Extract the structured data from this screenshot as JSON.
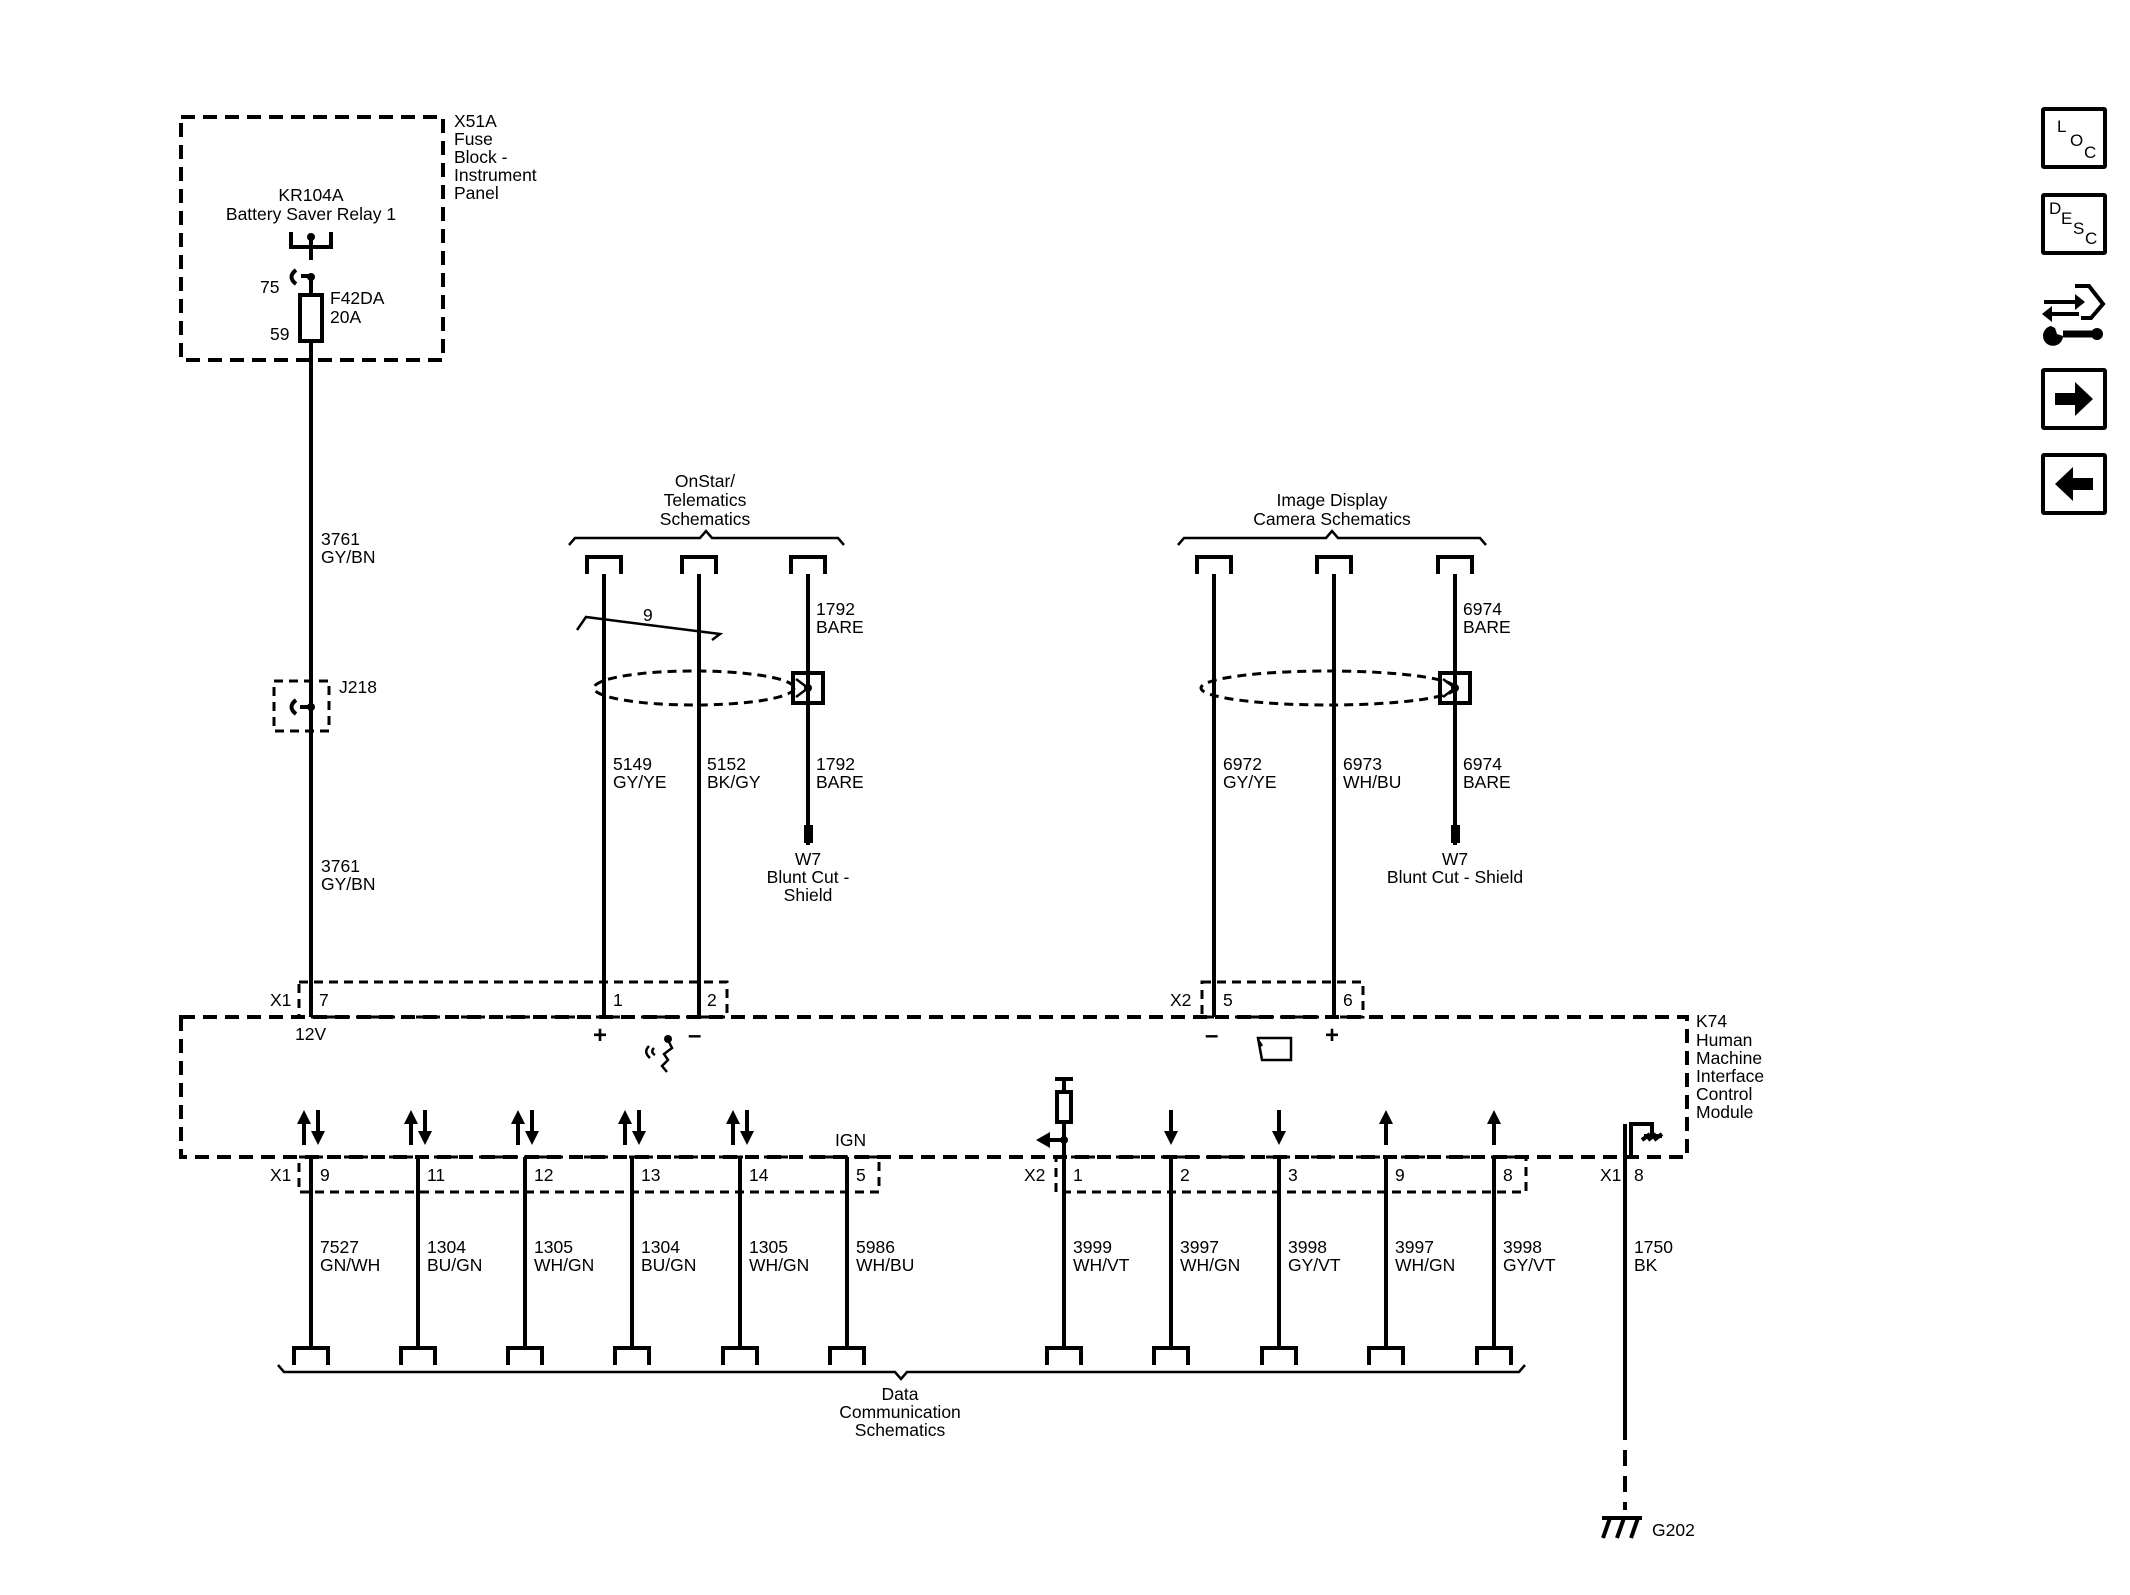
{
  "relay_box": {
    "connector_id": "X51A",
    "connector_desc": [
      "Fuse",
      "Block -",
      "Instrument",
      "Panel"
    ],
    "relay_id": "KR104A",
    "relay_name": "Battery Saver Relay 1",
    "pin_top": "75",
    "pin_bottom": "59",
    "fuse_id": "F42DA",
    "fuse_rating": "20A"
  },
  "power_wire": {
    "upper": {
      "circuit": "3761",
      "color": "GY/BN"
    },
    "splice": "J218",
    "lower": {
      "circuit": "3761",
      "color": "GY/BN"
    }
  },
  "onstar": {
    "title": [
      "OnStar/",
      "Telematics",
      "Schematics"
    ],
    "twist": "9",
    "drain_upper": {
      "circuit": "1792",
      "color": "BARE"
    },
    "wires": [
      {
        "circuit": "5149",
        "color": "GY/YE"
      },
      {
        "circuit": "5152",
        "color": "BK/GY"
      },
      {
        "circuit": "1792",
        "color": "BARE"
      }
    ],
    "shield": [
      "W7",
      "Blunt Cut -",
      "Shield"
    ]
  },
  "camera": {
    "title": [
      "Image Display",
      "Camera Schematics"
    ],
    "drain_upper": {
      "circuit": "6974",
      "color": "BARE"
    },
    "wires": [
      {
        "circuit": "6972",
        "color": "GY/YE"
      },
      {
        "circuit": "6973",
        "color": "WH/BU"
      },
      {
        "circuit": "6974",
        "color": "BARE"
      }
    ],
    "shield": [
      "W7",
      "Blunt Cut - Shield"
    ]
  },
  "module": {
    "id": "K74",
    "desc": [
      "Human",
      "Machine",
      "Interface",
      "Control",
      "Module"
    ],
    "top_x1": {
      "connector": "X1",
      "pins": [
        "7",
        "1",
        "2"
      ],
      "label_12v": "12V",
      "plus": "+",
      "minus": "–"
    },
    "top_x2": {
      "connector": "X2",
      "pins": [
        "5",
        "6"
      ],
      "minus": "–",
      "plus": "+"
    },
    "ign_label": "IGN",
    "bottom_x1_connector": "X1",
    "bottom_x2_connector": "X2",
    "bottom_x1b_connector": "X1"
  },
  "bottom_pins": [
    {
      "pin": "9",
      "circuit": "7527",
      "color": "GN/WH"
    },
    {
      "pin": "11",
      "circuit": "1304",
      "color": "BU/GN"
    },
    {
      "pin": "12",
      "circuit": "1305",
      "color": "WH/GN"
    },
    {
      "pin": "13",
      "circuit": "1304",
      "color": "BU/GN"
    },
    {
      "pin": "14",
      "circuit": "1305",
      "color": "WH/GN"
    },
    {
      "pin": "5",
      "circuit": "5986",
      "color": "WH/BU"
    },
    {
      "pin": "1",
      "circuit": "3999",
      "color": "WH/VT"
    },
    {
      "pin": "2",
      "circuit": "3997",
      "color": "WH/GN"
    },
    {
      "pin": "3",
      "circuit": "3998",
      "color": "GY/VT"
    },
    {
      "pin": "9",
      "circuit": "3997",
      "color": "WH/GN"
    },
    {
      "pin": "8",
      "circuit": "3998",
      "color": "GY/VT"
    },
    {
      "pin": "8",
      "circuit": "1750",
      "color": "BK"
    }
  ],
  "data_comm": [
    "Data",
    "Communication",
    "Schematics"
  ],
  "ground": "G202",
  "nav": {
    "loc": [
      "L",
      "O",
      "C"
    ],
    "desc": [
      "D",
      "E",
      "S",
      "C"
    ]
  }
}
